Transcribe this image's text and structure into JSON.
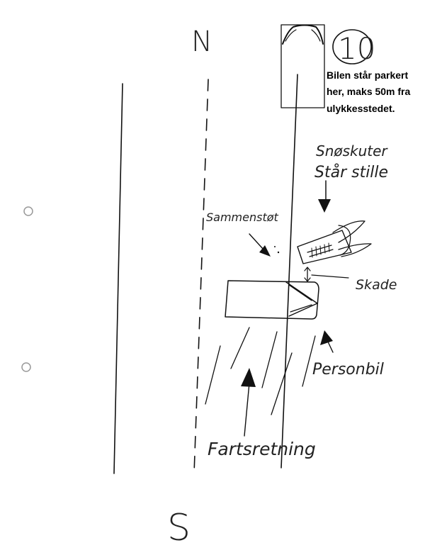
{
  "diagram": {
    "north_label": "N",
    "south_label": "S",
    "sketch_number": "10",
    "parked_car_note": [
      "Bilen står parkert",
      "her, maks 50m fra",
      "ulykkesstedet."
    ],
    "snowmobile_label": [
      "Snøskuter",
      "Står stille"
    ],
    "collision_label": "Sammenstøt",
    "damage_label": "Skade",
    "car_label": "Personbil",
    "direction_label": "Fartsretning"
  }
}
